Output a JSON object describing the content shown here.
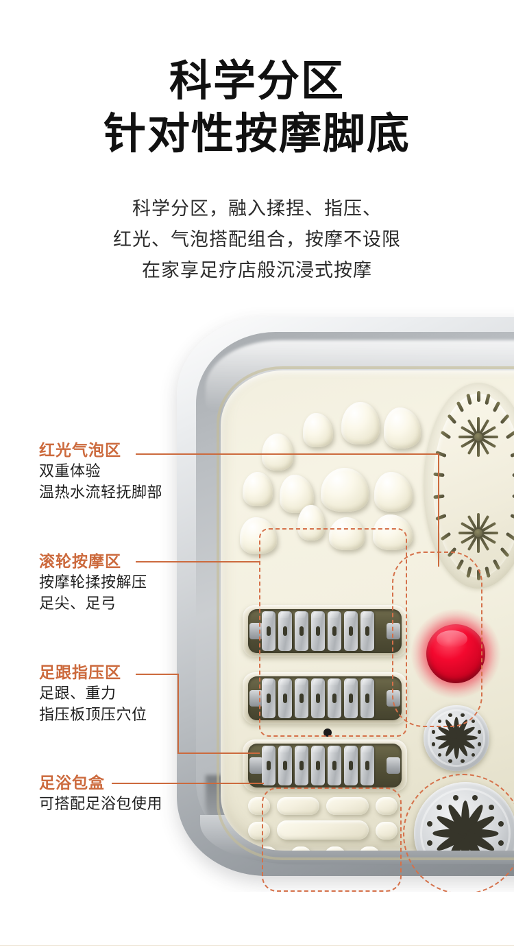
{
  "headline": {
    "line1": "科学分区",
    "line2": "针对性按摩脚底"
  },
  "subtitle": {
    "line1": "科学分区，融入揉捏、指压、",
    "line2": "红光、气泡搭配组合，按摩不设限",
    "line3": "在家享足疗店般沉浸式按摩"
  },
  "callouts": [
    {
      "title": "红光气泡区",
      "lines": [
        "双重体验",
        "温热水流轻抚脚部"
      ]
    },
    {
      "title": "滚轮按摩区",
      "lines": [
        "按摩轮揉按解压",
        "足尖、足弓"
      ]
    },
    {
      "title": "足跟指压区",
      "lines": [
        "足跟、重力",
        "指压板顶压穴位"
      ]
    },
    {
      "title": "足浴包盒",
      "lines": [
        "可搭配足浴包使用"
      ]
    }
  ],
  "product": {
    "name": "foot-spa-massager",
    "regions": [
      "red-light-bubble-zone",
      "roller-massage-zone",
      "heel-acupressure-zone",
      "foot-bath-pouch-box"
    ]
  },
  "colors": {
    "accent_orange": "#cc6a3d",
    "dash_orange": "#d5714a",
    "heading_black": "#111111",
    "body_text": "#1f1f1f",
    "led_red": "#f4092f",
    "basin_grey": "#b9bdc1",
    "tub_cream": "#f3f0e0",
    "background": "#ffffff"
  }
}
